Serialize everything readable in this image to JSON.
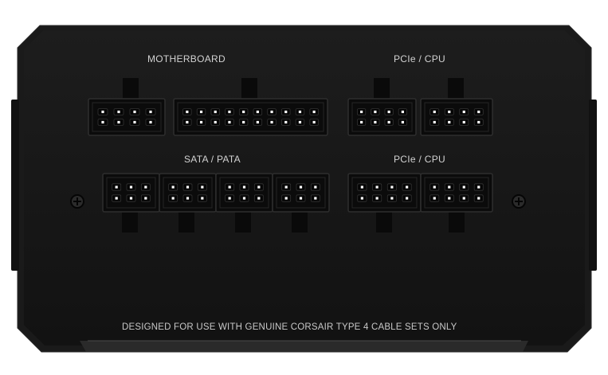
{
  "labels": {
    "motherboard": "MOTHERBOARD",
    "pcie_cpu_top": "PCIe / CPU",
    "sata_pata": "SATA / PATA",
    "pcie_cpu_bottom": "PCIe / CPU"
  },
  "footer": "DESIGNED FOR USE WITH GENUINE CORSAIR TYPE 4 CABLE SETS ONLY",
  "colors": {
    "panel": "#141414",
    "bezel": "#1c1c1c",
    "connector": "#0b0b0b",
    "pin": "#ffffff",
    "label": "#d2d2d2"
  }
}
